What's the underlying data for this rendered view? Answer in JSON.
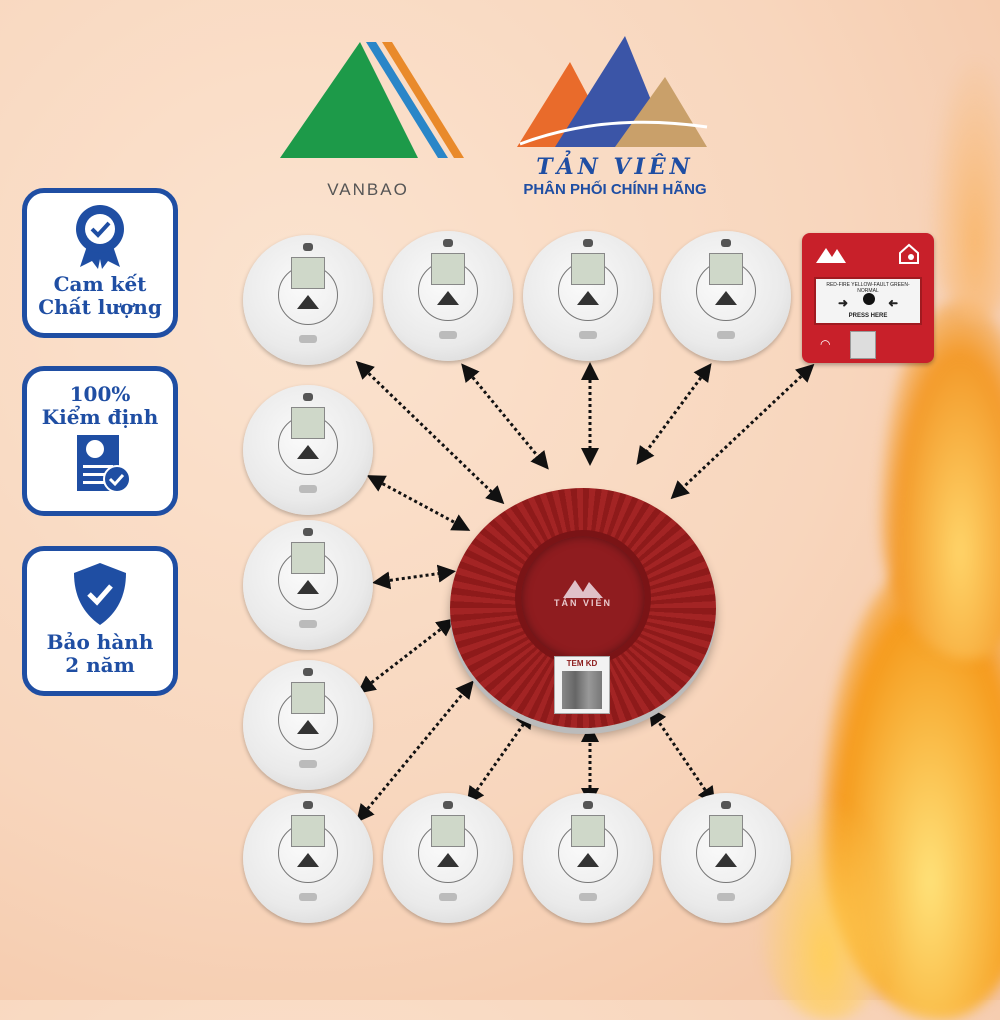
{
  "logos": {
    "vanbao": "VANBAO",
    "tanvien": "TẢN VIÊN",
    "tanvien_tagline": "PHÂN PHỐI CHÍNH HÃNG"
  },
  "badges": [
    {
      "line1": "Cam kết",
      "line2": "Chất lượng",
      "icon": "award-ribbon-check-icon"
    },
    {
      "line1": "100%",
      "line2": "Kiểm định",
      "icon": "certificate-document-check-icon"
    },
    {
      "line1": "Bảo hành",
      "line2": "2 năm",
      "icon": "shield-check-icon"
    }
  ],
  "siren": {
    "brand": "TẢN VIÊN",
    "tem": "TEM KD"
  },
  "call_point": {
    "status_text": "RED-FIRE YELLOW-FAULT GREEN-NORMAL",
    "press": "PRESS HERE"
  },
  "colors": {
    "badge_blue": "#1f4ea3",
    "siren_red": "#8e1a1a",
    "call_point_red": "#c8202a",
    "vanbao_green": "#1d9a49",
    "vanbao_blue": "#2a86c8",
    "vanbao_orange": "#e98a2b"
  }
}
